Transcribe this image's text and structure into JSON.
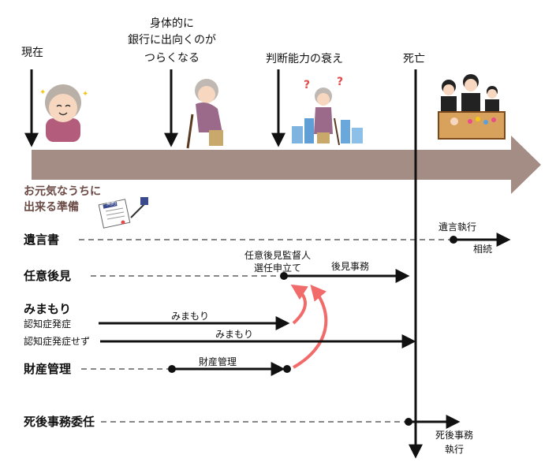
{
  "timeline": {
    "events": {
      "now": "現在",
      "physical_line1": "身体的に",
      "physical_line2": "銀行に出向くのが",
      "physical_line3": "つらくなる",
      "judgment": "判断能力の衰え",
      "death": "死亡"
    }
  },
  "preparation": {
    "line1": "お元気なうちに",
    "line2": "出来る準備",
    "document_title": "契約書"
  },
  "rows": {
    "will": {
      "label": "遺言書",
      "execution": "遺言執行",
      "inheritance": "相続"
    },
    "guardianship": {
      "label": "任意後見",
      "supervisor_line1": "任意後見監督人",
      "supervisor_line2": "選任申立て",
      "affairs": "後見事務"
    },
    "watching": {
      "label": "みまもり",
      "dementia_onset": "認知症発症",
      "no_dementia": "認知症発症せず",
      "line1_label": "みまもり",
      "line2_label": "みまもり"
    },
    "property": {
      "label": "財産管理",
      "line_label": "財産管理"
    },
    "posthumous": {
      "label": "死後事務委任",
      "result_line1": "死後事務",
      "result_line2": "執行"
    }
  },
  "colors": {
    "timeline_band": "#a48d84",
    "accent_arrow": "#f26b6b",
    "prep_text": "#6b4a45"
  }
}
